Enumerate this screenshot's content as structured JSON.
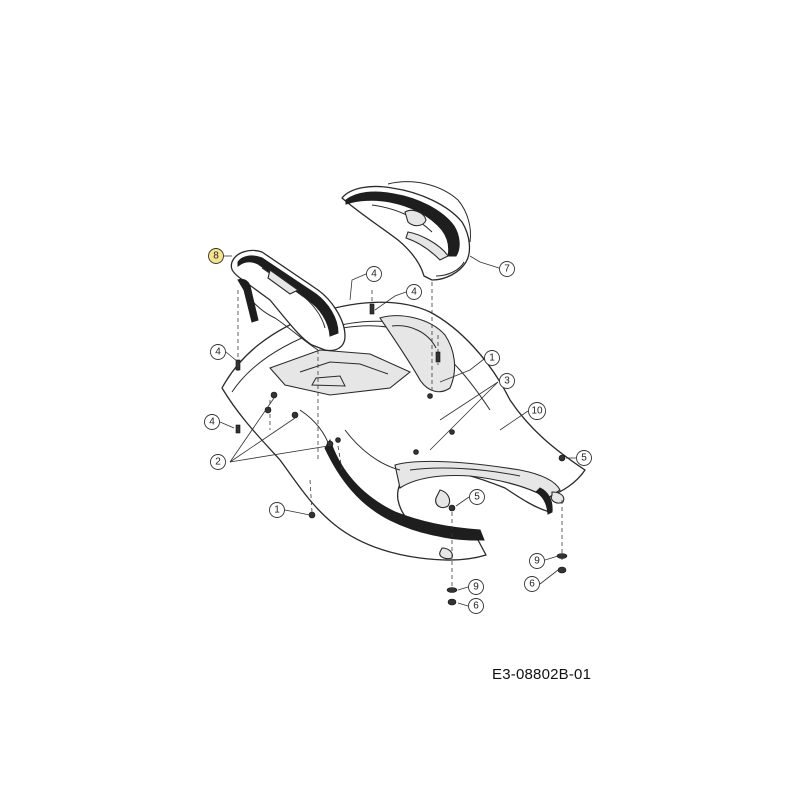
{
  "diagram": {
    "part_code": "E3-08802B-01",
    "callouts": [
      {
        "id": "c8",
        "label": "8",
        "highlighted": true
      },
      {
        "id": "c4a",
        "label": "4"
      },
      {
        "id": "c4b",
        "label": "4"
      },
      {
        "id": "c4c",
        "label": "4"
      },
      {
        "id": "c4d",
        "label": "4"
      },
      {
        "id": "c7",
        "label": "7"
      },
      {
        "id": "c1a",
        "label": "1"
      },
      {
        "id": "c3",
        "label": "3"
      },
      {
        "id": "c10",
        "label": "10"
      },
      {
        "id": "c2",
        "label": "2"
      },
      {
        "id": "c1b",
        "label": "1"
      },
      {
        "id": "c5a",
        "label": "5"
      },
      {
        "id": "c5b",
        "label": "5"
      },
      {
        "id": "c9a",
        "label": "9"
      },
      {
        "id": "c6a",
        "label": "6"
      },
      {
        "id": "c9b",
        "label": "9"
      },
      {
        "id": "c6b",
        "label": "6"
      }
    ],
    "highlight_color": "#f6e48a"
  }
}
